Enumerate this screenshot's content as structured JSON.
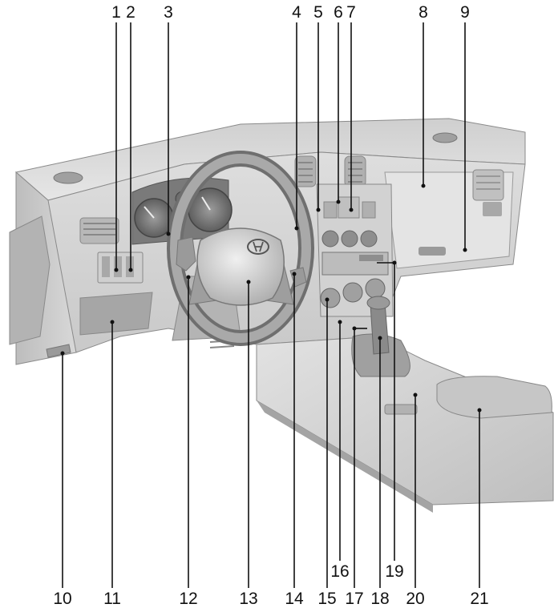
{
  "callouts_top": [
    {
      "id": "c1",
      "label": "1"
    },
    {
      "id": "c2",
      "label": "2"
    },
    {
      "id": "c3",
      "label": "3"
    },
    {
      "id": "c4",
      "label": "4"
    },
    {
      "id": "c5",
      "label": "5"
    },
    {
      "id": "c6",
      "label": "6"
    },
    {
      "id": "c7",
      "label": "7"
    },
    {
      "id": "c8",
      "label": "8"
    },
    {
      "id": "c9",
      "label": "9"
    }
  ],
  "callouts_bottom": [
    {
      "id": "c10",
      "label": "10"
    },
    {
      "id": "c11",
      "label": "11"
    },
    {
      "id": "c12",
      "label": "12"
    },
    {
      "id": "c13",
      "label": "13"
    },
    {
      "id": "c14",
      "label": "14"
    },
    {
      "id": "c15",
      "label": "15"
    },
    {
      "id": "c16",
      "label": "16"
    },
    {
      "id": "c17",
      "label": "17"
    },
    {
      "id": "c18",
      "label": "18"
    },
    {
      "id": "c19",
      "label": "19"
    },
    {
      "id": "c20",
      "label": "20"
    },
    {
      "id": "c21",
      "label": "21"
    }
  ],
  "colors": {
    "dash_light": "#dcdcdc",
    "dash_mid": "#c4c4c4",
    "dash_dark": "#9a9a9a",
    "outline": "#8a8a8a"
  },
  "icons": [
    "hyundai-logo-icon",
    "steering-wheel-icon",
    "air-vent-icon",
    "gear-shifter-icon",
    "speedometer-icon",
    "tachometer-icon"
  ]
}
